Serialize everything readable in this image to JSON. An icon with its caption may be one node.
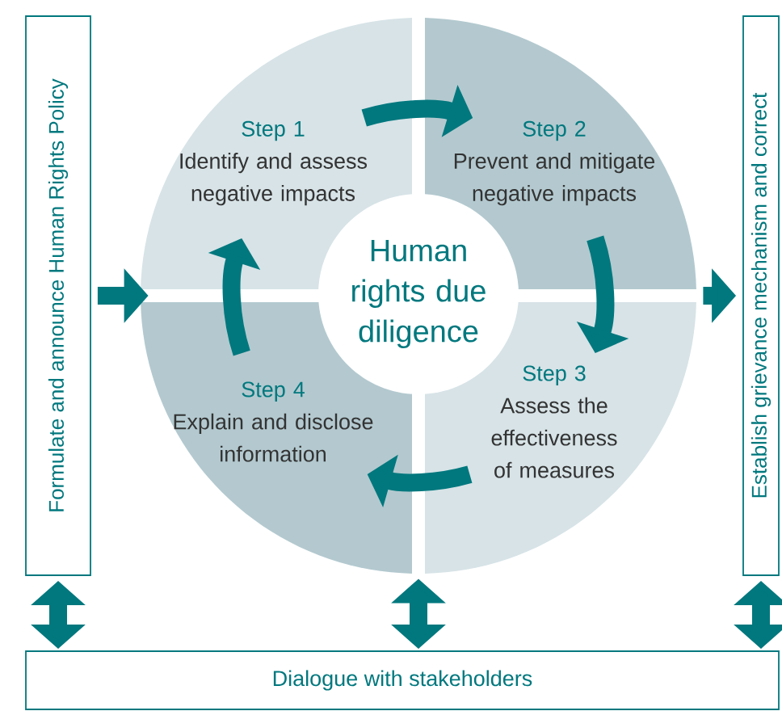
{
  "diagram": {
    "nodes": [
      {
        "text": [
          "Formulate and announce Human Rights Policy"
        ]
      },
      {
        "text": [
          "Establish grievance mechanism and correct"
        ]
      },
      {
        "text": [],
        "shape": "circle"
      },
      {
        "text": [
          "Step 1",
          "Identify and assess negative impacts"
        ],
        "in": 2
      },
      {
        "text": [
          "Step 2",
          "Prevent and mitigate negative impacts"
        ],
        "in": 2
      },
      {
        "text": [
          "Step 3",
          "Assess the effectiveness of measures"
        ],
        "in": 2
      },
      {
        "text": [
          "Step 4",
          "Explain and disclose information"
        ],
        "in": 2
      },
      {
        "text": [
          "Human rights due diligence"
        ],
        "in": 2
      },
      {
        "text": [
          "Dialogue with stakeholders"
        ]
      }
    ],
    "edges": [
      {
        "from": 3,
        "to": 4,
        "arrow": "to"
      },
      {
        "from": 4,
        "to": 5,
        "arrow": "to"
      },
      {
        "from": 5,
        "to": 6,
        "arrow": "to"
      },
      {
        "from": 6,
        "to": 3,
        "arrow": "to"
      },
      {
        "from": 0,
        "to": 2,
        "arrow": "to"
      },
      {
        "from": 2,
        "to": 1,
        "arrow": "to"
      },
      {
        "from": 0,
        "to": 8,
        "arrow": "both"
      },
      {
        "from": 2,
        "to": 8,
        "arrow": "both"
      },
      {
        "from": 1,
        "to": 8,
        "arrow": "both"
      }
    ]
  }
}
